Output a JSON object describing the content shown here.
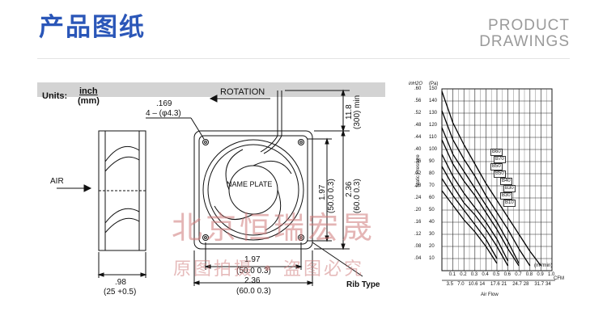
{
  "header": {
    "title": "产品图纸",
    "subtitle_line1": "PRODUCT",
    "subtitle_line2": "DRAWINGS",
    "accent_color": "#2a56b8"
  },
  "drawing": {
    "units_label": "Units:",
    "units_inch": "inch",
    "units_mm": "(mm)",
    "rotation_label": "ROTATION",
    "hole_inch": ".169",
    "hole_mm": "4 – (φ4.3)",
    "air_label": "AIR",
    "nameplate": "NAME PLATE",
    "lead_inch": "11.8",
    "lead_mm": "(300) min",
    "right_inch": "2.36",
    "right_mm": "(60.0 0.3)",
    "inner_v_inch": "1.97",
    "inner_v_mm": "(50.0 0.3)",
    "bottom_inner_inch": "1.97",
    "bottom_inner_mm": "(50.0 0.3)",
    "bottom_outer_inch": "2.36",
    "bottom_outer_mm": "(60.0 0.3)",
    "depth_inch": ".98",
    "depth_mm": "(25 +0.5)",
    "rib_type": "Rib Type"
  },
  "watermark": {
    "line1": "北京恒瑞宏晟",
    "line2": "原图拍摄 • 盗图必究"
  },
  "chart_data": {
    "type": "line",
    "y_left_label": "inH2O",
    "y_right_label": "(Pa)",
    "y_axis_title": "Static Pressure",
    "x_top_label": "(m³/min)",
    "x_bottom_label": "CFM",
    "x_title": "Air Flow",
    "y_left_ticks": [
      ".60",
      ".56",
      ".52",
      ".48",
      ".44",
      ".40",
      ".36",
      ".32",
      ".28",
      ".24",
      ".20",
      ".16",
      ".12",
      ".08",
      ".04"
    ],
    "y_right_ticks": [
      "150",
      "140",
      "130",
      "120",
      "110",
      "100",
      "90",
      "80",
      "70",
      "60",
      "50",
      "40",
      "30",
      "20",
      "10"
    ],
    "ylim": [
      0,
      150
    ],
    "x_m3min_ticks": [
      "0.1",
      "0.2",
      "0.3",
      "0.4",
      "0.5",
      "0.6",
      "0.7",
      "0.8",
      "0.9",
      "1.0"
    ],
    "x_cfm_ticks": [
      "3.5",
      "7.0",
      "10.6",
      "14",
      "17.6",
      "21",
      "24.7",
      "28",
      "31.7",
      "34"
    ],
    "xlim": [
      0,
      1.0
    ],
    "series": [
      {
        "name": "B60",
        "x": [
          0,
          0.1,
          0.2,
          0.3,
          0.4,
          0.5,
          0.6,
          0.7,
          0.8,
          0.9
        ],
        "y": [
          148,
          122,
          104,
          88,
          72,
          58,
          44,
          30,
          16,
          4
        ]
      },
      {
        "name": "B70",
        "x": [
          0,
          0.1,
          0.2,
          0.3,
          0.4,
          0.5,
          0.6,
          0.7,
          0.8
        ],
        "y": [
          132,
          108,
          92,
          78,
          62,
          48,
          34,
          18,
          4
        ]
      },
      {
        "name": "B50",
        "x": [
          0,
          0.1,
          0.2,
          0.3,
          0.4,
          0.5,
          0.6,
          0.7
        ],
        "y": [
          118,
          96,
          82,
          68,
          54,
          40,
          24,
          6
        ]
      },
      {
        "name": "B50",
        "x": [
          0,
          0.1,
          0.2,
          0.3,
          0.4,
          0.5,
          0.6,
          0.7
        ],
        "y": [
          108,
          88,
          74,
          62,
          48,
          34,
          18,
          4
        ]
      },
      {
        "name": "B40",
        "x": [
          0,
          0.1,
          0.2,
          0.3,
          0.4,
          0.5,
          0.6
        ],
        "y": [
          96,
          78,
          64,
          52,
          40,
          26,
          8
        ]
      },
      {
        "name": "B30",
        "x": [
          0,
          0.1,
          0.2,
          0.3,
          0.4,
          0.5,
          0.6
        ],
        "y": [
          86,
          70,
          56,
          46,
          34,
          20,
          4
        ]
      },
      {
        "name": "B30",
        "x": [
          0,
          0.1,
          0.2,
          0.3,
          0.4,
          0.5
        ],
        "y": [
          76,
          62,
          50,
          38,
          26,
          10
        ]
      },
      {
        "name": "B10",
        "x": [
          0,
          0.1,
          0.2,
          0.3,
          0.4,
          0.5
        ],
        "y": [
          66,
          54,
          42,
          32,
          20,
          6
        ]
      }
    ]
  }
}
